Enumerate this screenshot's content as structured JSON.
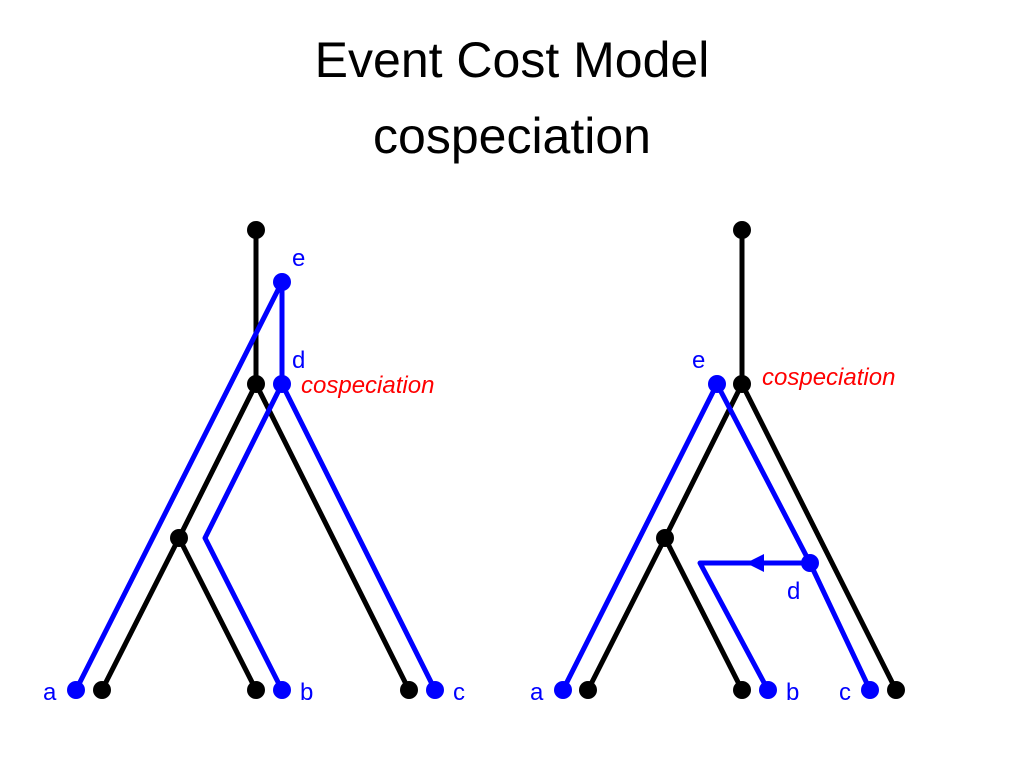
{
  "slide": {
    "title_line1": "Event Cost Model",
    "title_line2": "cospeciation"
  },
  "colors": {
    "host": "#000000",
    "parasite": "#0000ff",
    "event_label": "#ff0000"
  },
  "diagrams": [
    {
      "parasite_labels": {
        "e": "e",
        "d": "d",
        "a": "a",
        "b": "b",
        "c": "c"
      },
      "event_label": "cospeciation"
    },
    {
      "parasite_labels": {
        "e": "e",
        "d": "d",
        "a": "a",
        "b": "b",
        "c": "c"
      },
      "event_label": "cospeciation"
    }
  ]
}
